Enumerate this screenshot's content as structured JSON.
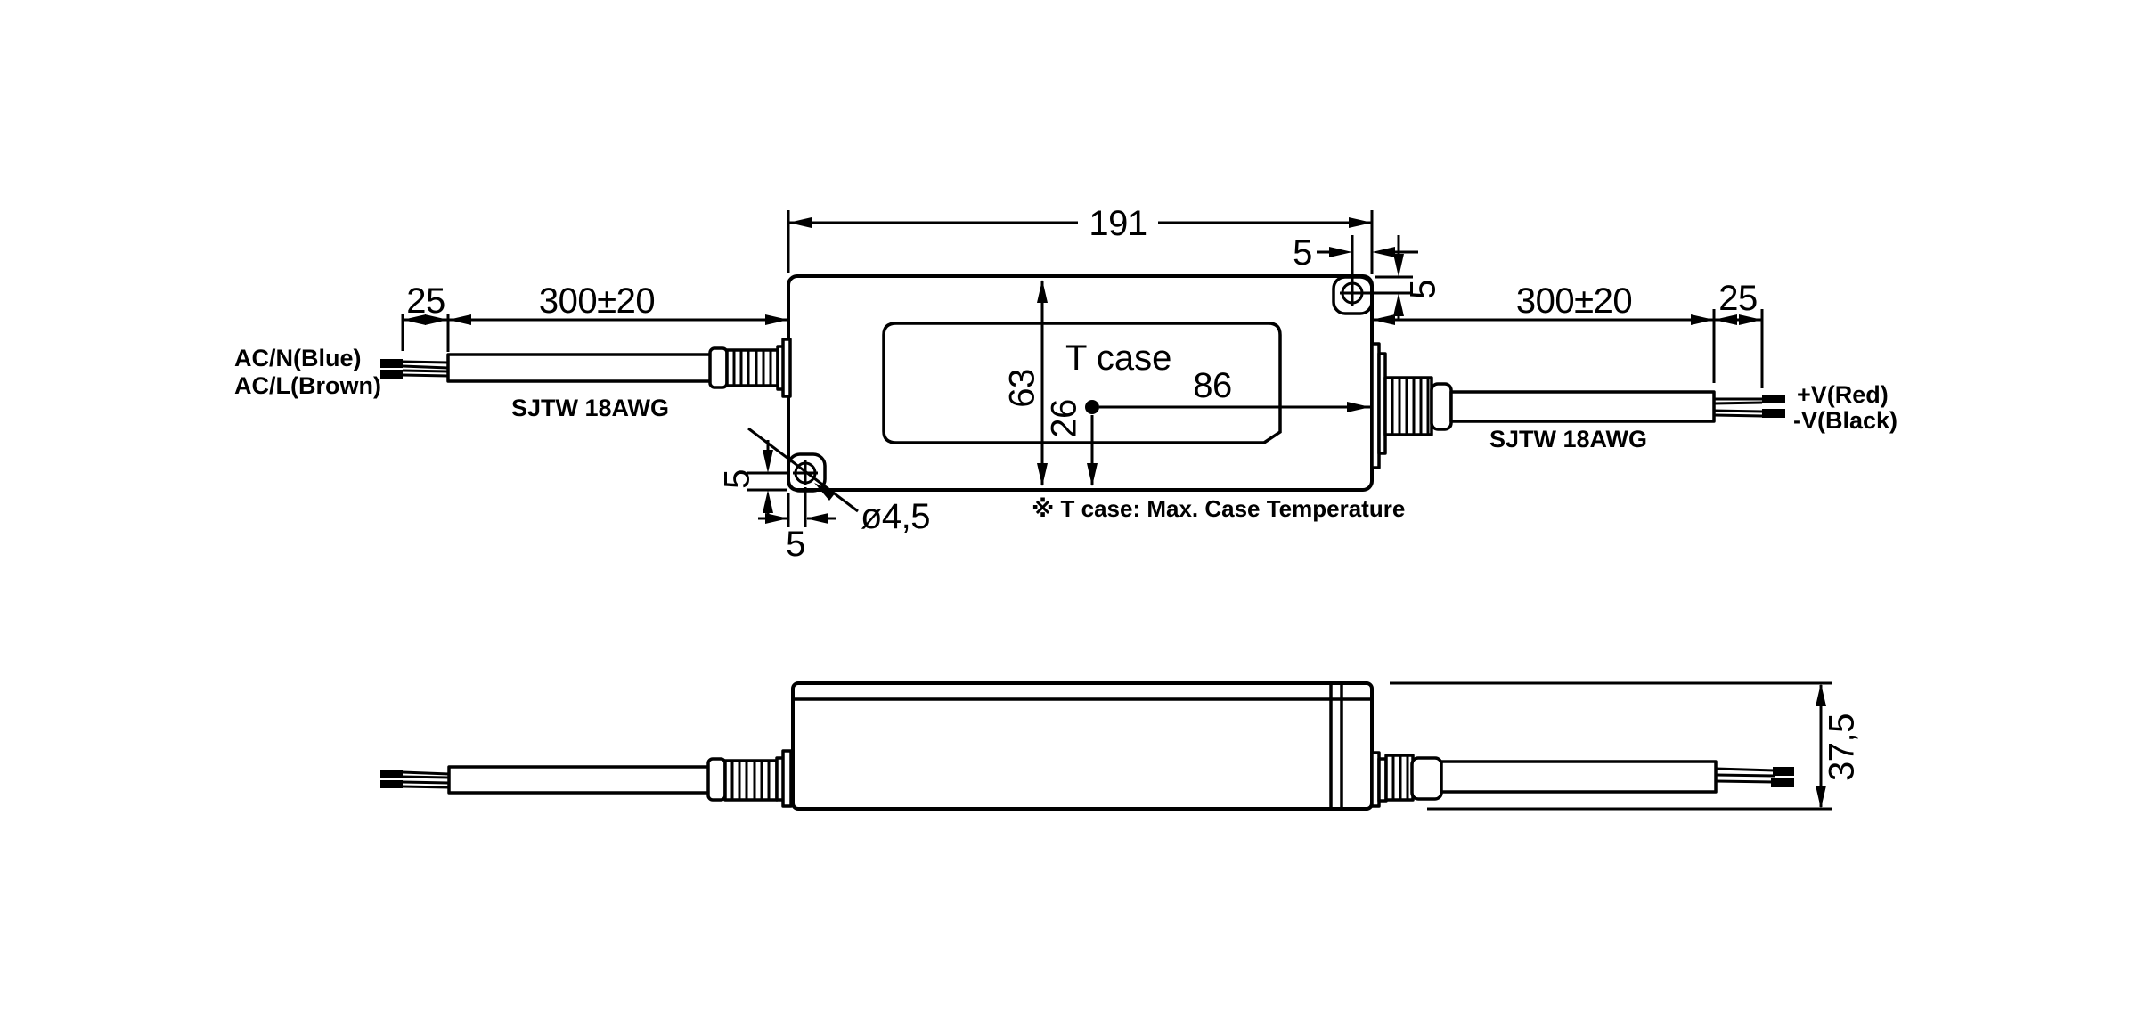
{
  "top_view": {
    "dim_length": "191",
    "dim_height": "63",
    "dim_tcase_x": "86",
    "dim_tcase_y": "26",
    "tcase_label": "T case",
    "note": "※ T case: Max. Case Temperature",
    "dim_hole_dia": "ø4,5",
    "dim_ear_tr_x": "5",
    "dim_ear_tr_y": "5",
    "dim_ear_bl_x": "5",
    "dim_ear_bl_y": "5"
  },
  "input_cable": {
    "wire_label_1": "AC/N(Blue)",
    "wire_label_2": "AC/L(Brown)",
    "cable_type": "SJTW 18AWG",
    "dim_length": "300±20",
    "dim_strip": "25"
  },
  "output_cable": {
    "wire_label_1": "+V(Red)",
    "wire_label_2": "-V(Black)",
    "cable_type": "SJTW 18AWG",
    "dim_length": "300±20",
    "dim_strip": "25"
  },
  "side_view": {
    "dim_height": "37,5"
  },
  "colors": {
    "line": "#000000",
    "background": "#ffffff"
  }
}
